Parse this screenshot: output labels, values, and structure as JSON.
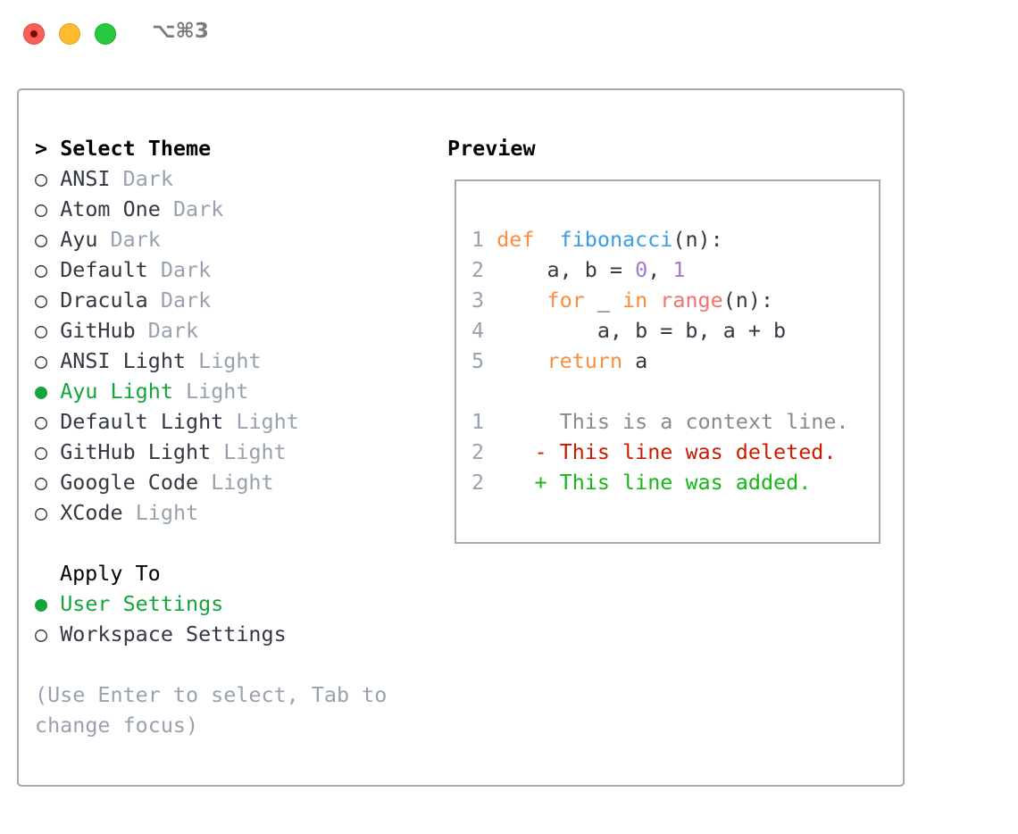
{
  "window": {
    "title": "⌥⌘3",
    "controls": [
      "close",
      "minimize",
      "maximize"
    ]
  },
  "colors": {
    "accent_selected": "#14a53a",
    "muted": "#98a1ae",
    "keyword": "#fa8d3e",
    "function": "#399ee6",
    "number": "#a37acc",
    "builtin": "#f07171",
    "deleted": "#cc1a00",
    "added": "#14b814"
  },
  "theme_section": {
    "title": "Select Theme",
    "prompt": ">",
    "selected_icon": "●",
    "unselected_icon": "○",
    "items": [
      {
        "name": "ANSI",
        "type": "Dark",
        "selected": false
      },
      {
        "name": "Atom One",
        "type": "Dark",
        "selected": false
      },
      {
        "name": "Ayu",
        "type": "Dark",
        "selected": false
      },
      {
        "name": "Default",
        "type": "Dark",
        "selected": false
      },
      {
        "name": "Dracula",
        "type": "Dark",
        "selected": false
      },
      {
        "name": "GitHub",
        "type": "Dark",
        "selected": false
      },
      {
        "name": "ANSI Light",
        "type": "Light",
        "selected": false
      },
      {
        "name": "Ayu Light",
        "type": "Light",
        "selected": true
      },
      {
        "name": "Default Light",
        "type": "Light",
        "selected": false
      },
      {
        "name": "GitHub Light",
        "type": "Light",
        "selected": false
      },
      {
        "name": "Google Code",
        "type": "Light",
        "selected": false
      },
      {
        "name": "XCode",
        "type": "Light",
        "selected": false
      }
    ]
  },
  "apply_section": {
    "title": "Apply To",
    "items": [
      {
        "name": "User Settings",
        "selected": true
      },
      {
        "name": "Workspace Settings",
        "selected": false
      }
    ]
  },
  "hint": {
    "line1": "(Use Enter to select, Tab to",
    "line2": "change focus)"
  },
  "preview": {
    "title": "Preview",
    "code": [
      {
        "n": "1",
        "tokens": [
          [
            "kw",
            "def"
          ],
          [
            "",
            "  "
          ],
          [
            "fn",
            "fibonacci"
          ],
          [
            "",
            "(n):"
          ]
        ]
      },
      {
        "n": "2",
        "tokens": [
          [
            "",
            "    a, b = "
          ],
          [
            "num",
            "0"
          ],
          [
            "",
            ", "
          ],
          [
            "num",
            "1"
          ]
        ]
      },
      {
        "n": "3",
        "tokens": [
          [
            "",
            "    "
          ],
          [
            "kw",
            "for"
          ],
          [
            "",
            " _ "
          ],
          [
            "kw",
            "in"
          ],
          [
            "",
            " "
          ],
          [
            "bi",
            "range"
          ],
          [
            "",
            "(n):"
          ]
        ]
      },
      {
        "n": "4",
        "tokens": [
          [
            "",
            "        a, b = b, a + b"
          ]
        ]
      },
      {
        "n": "5",
        "tokens": [
          [
            "",
            "    "
          ],
          [
            "kw",
            "return"
          ],
          [
            "",
            " a"
          ]
        ]
      }
    ],
    "diff": [
      {
        "n": "1",
        "kind": "ctx",
        "marker": " ",
        "text": "This is a context line."
      },
      {
        "n": "2",
        "kind": "del",
        "marker": "-",
        "text": "This line was deleted."
      },
      {
        "n": "2",
        "kind": "add",
        "marker": "+",
        "text": "This line was added."
      }
    ]
  }
}
